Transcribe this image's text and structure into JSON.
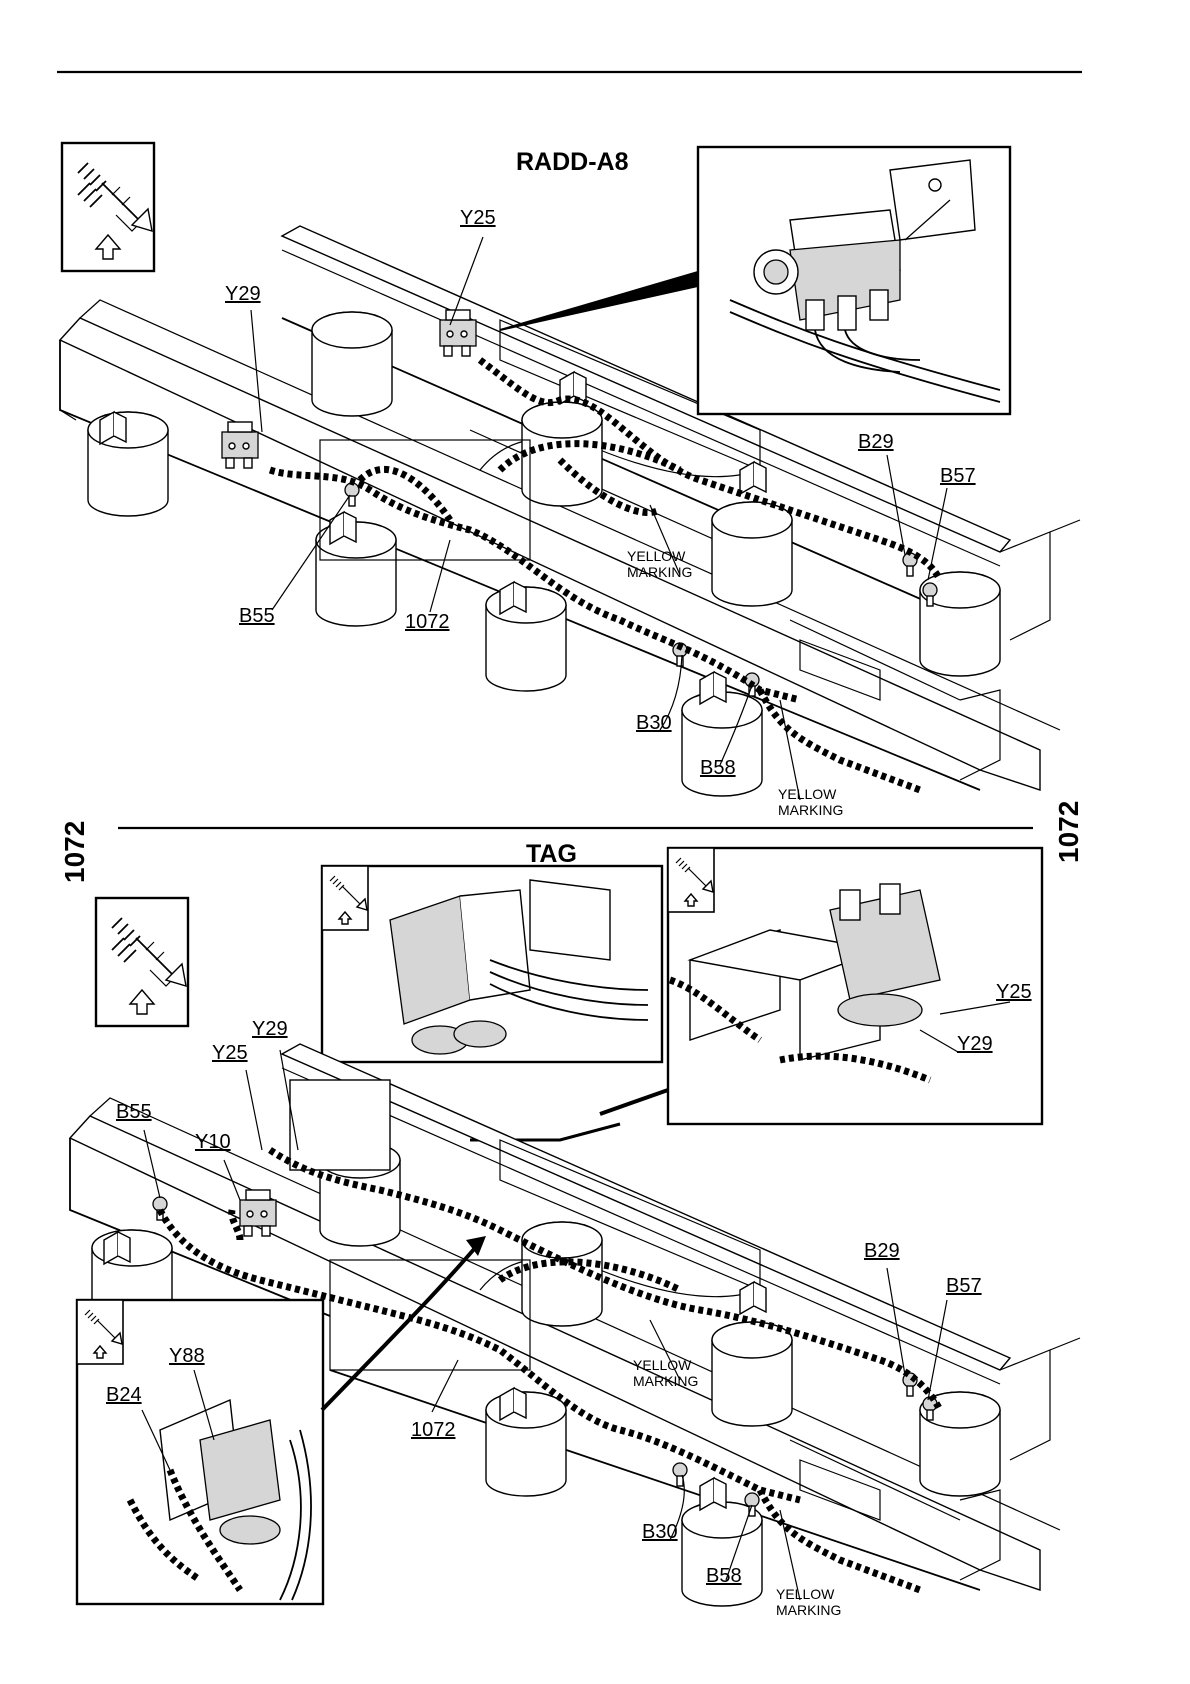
{
  "diagrams": {
    "top": {
      "title": "RADD-A8",
      "labels": {
        "y25": "Y25",
        "y29": "Y29",
        "b29": "B29",
        "b57": "B57",
        "b55": "B55",
        "harness": "1072",
        "b30": "B30",
        "b58": "B58"
      },
      "notes": {
        "marking_mid": [
          "YELLOW",
          "MARKING"
        ],
        "marking_low": [
          "YELLOW",
          "MARKING"
        ]
      }
    },
    "bottom": {
      "title": "TAG",
      "labels": {
        "y25_inset": "Y25",
        "y29_inset": "Y29",
        "y29": "Y29",
        "y25": "Y25",
        "b55": "B55",
        "y10": "Y10",
        "b29": "B29",
        "b57": "B57",
        "y88": "Y88",
        "b24": "B24",
        "harness": "1072",
        "b30": "B30",
        "b58": "B58"
      },
      "notes": {
        "marking_mid": [
          "YELLOW",
          "MARKING"
        ],
        "marking_low": [
          "YELLOW",
          "MARKING"
        ]
      }
    }
  },
  "side_labels": {
    "left": "1072",
    "right": "1072"
  },
  "icons": [
    "orientation-arrow-icon",
    "up-arrow-icon",
    "valve-block-icon",
    "sensor-icon"
  ]
}
